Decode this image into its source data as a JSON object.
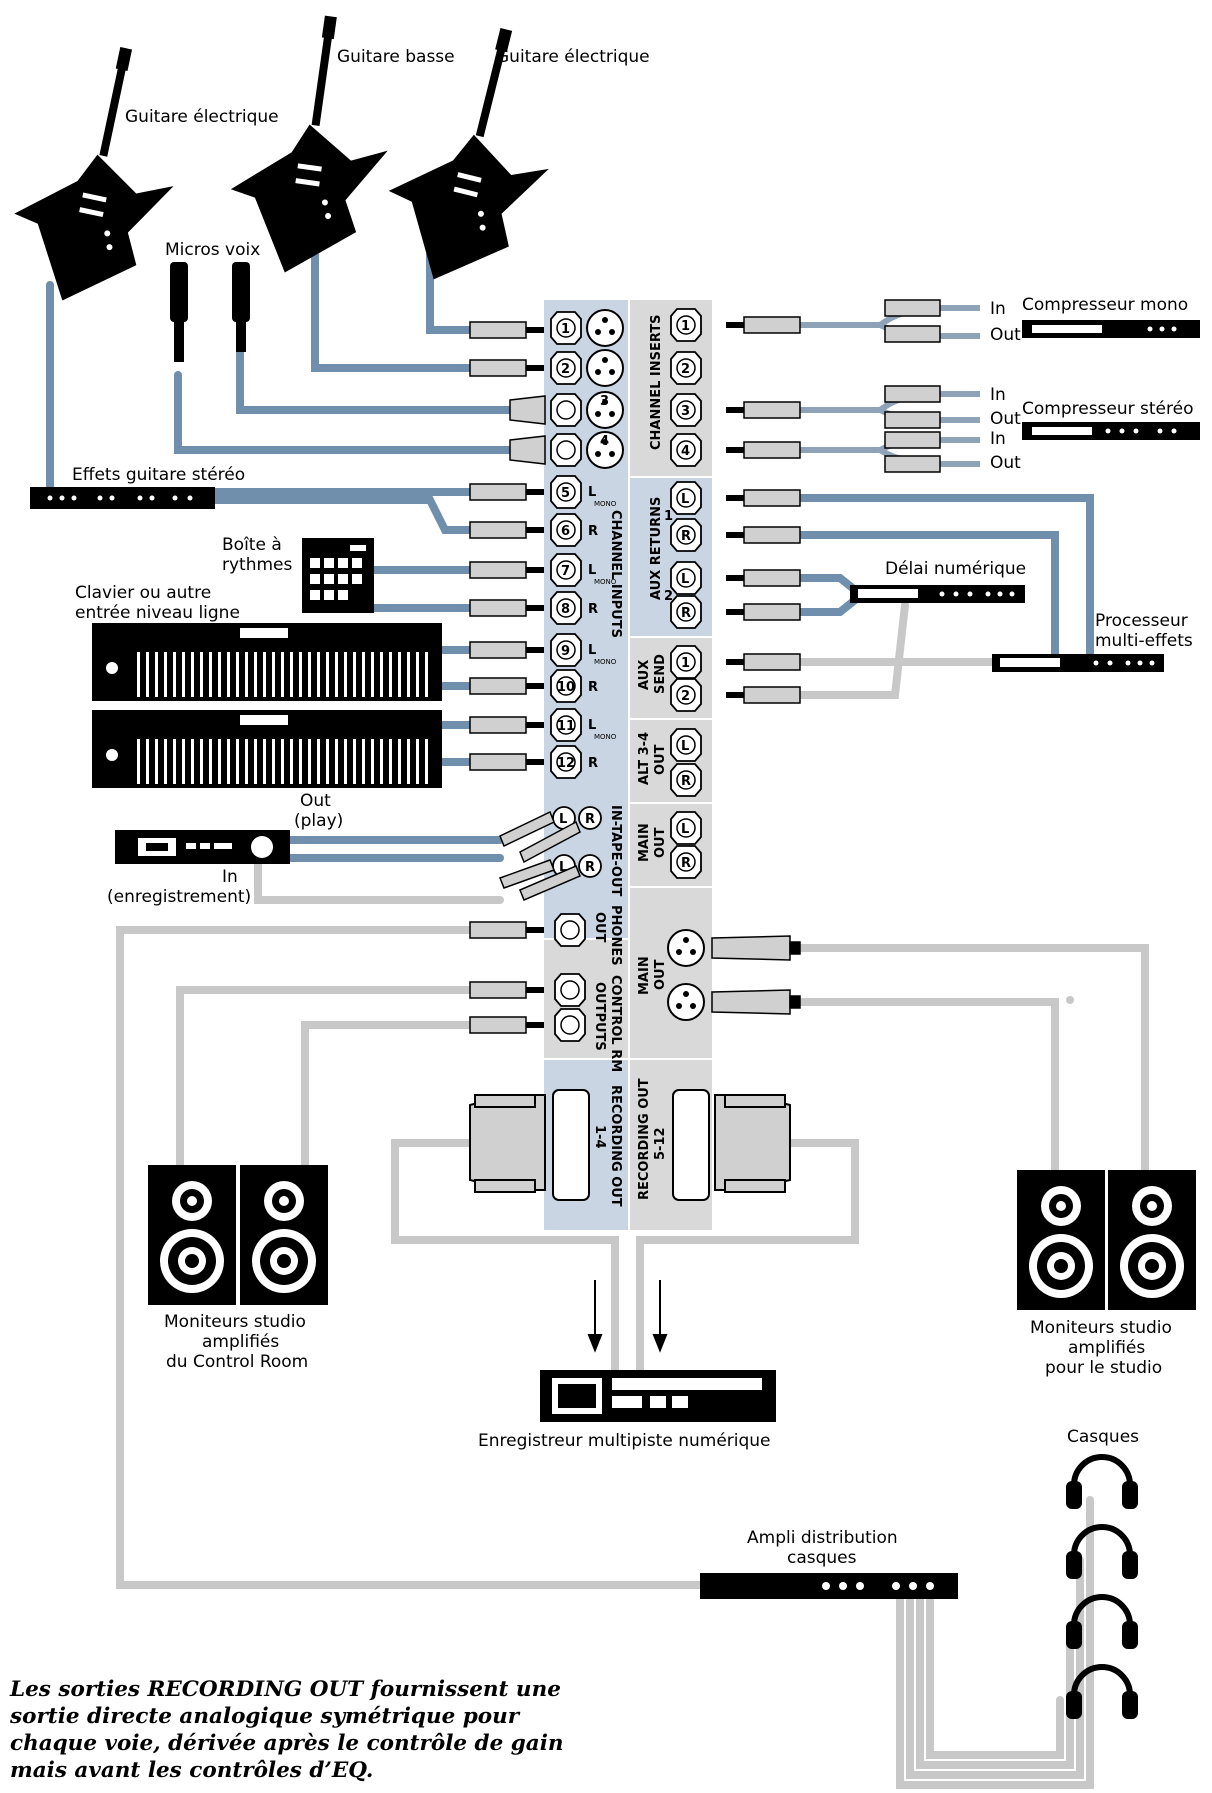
{
  "labels": {
    "guitar_elec_left": "Guitare électrique",
    "guitar_bass": "Guitare basse",
    "guitar_elec_right": "Guitare électrique",
    "micros_voix": "Micros voix",
    "effets_guitare": "Effets guitare stéréo",
    "boite_rythmes_1": "Boîte à",
    "boite_rythmes_2": "rythmes",
    "clavier_1": "Clavier ou autre",
    "clavier_2": "entrée niveau ligne",
    "tape_out_1": "Out",
    "tape_out_2": "(play)",
    "tape_in_1": "In",
    "tape_in_2": "(enregistrement)",
    "comp_mono": "Compresseur mono",
    "comp_stereo": "Compresseur stéréo",
    "in": "In",
    "out": "Out",
    "delai": "Délai numérique",
    "processeur_1": "Processeur",
    "processeur_2": "multi-effets",
    "moniteurs_cr_1": "Moniteurs studio",
    "moniteurs_cr_2": "amplifiés",
    "moniteurs_cr_3": "du Control Room",
    "moniteurs_st_1": "Moniteurs studio",
    "moniteurs_st_2": "amplifiés",
    "moniteurs_st_3": "pour le studio",
    "enregistreur": "Enregistreur multipiste numérique",
    "ampli_1": "Ampli distribution",
    "ampli_2": "casques",
    "casques": "Casques"
  },
  "panel": {
    "channel_inserts": "CHANNEL INSERTS",
    "channel_inputs": "CHANNEL INPUTS",
    "aux_returns": "AUX RETURNS",
    "aux_send": "AUX",
    "aux_send_2": "SEND",
    "alt_out": "ALT 3-4",
    "alt_out_2": "OUT",
    "main_out": "MAIN",
    "main_out_2": "OUT",
    "tape": "IN-TAPE-OUT",
    "phones": "PHONES",
    "phones_2": "OUT",
    "control_rm": "CONTROL RM",
    "control_rm_2": "OUTPUTS",
    "main_out_xlr": "MAIN",
    "main_out_xlr_2": "OUT",
    "rec_out_14": "RECORDING OUT",
    "rec_out_14_2": "1-4",
    "rec_out_512": "RECORDING OUT",
    "rec_out_512_2": "5-12",
    "mono": "MONO",
    "L": "L",
    "R": "R",
    "aux1": "1",
    "aux2": "2"
  },
  "jacks": {
    "inputs": [
      "1",
      "2",
      "3",
      "4",
      "5",
      "6",
      "7",
      "8",
      "9",
      "10",
      "11",
      "12"
    ],
    "inserts": [
      "1",
      "2",
      "3",
      "4"
    ],
    "aux_send": [
      "1",
      "2"
    ]
  },
  "caption": "Les sorties RECORDING OUT fournissent une sortie directe analogique symétrique pour chaque voie, dérivée après le contrôle de gain mais avant les contrôles d’EQ.",
  "colors": {
    "cable_blue": "#6f8fad",
    "cable_gray": "#c8c8c8",
    "panel_blue": "#c9d5e3",
    "panel_gray": "#d9d9d9"
  }
}
